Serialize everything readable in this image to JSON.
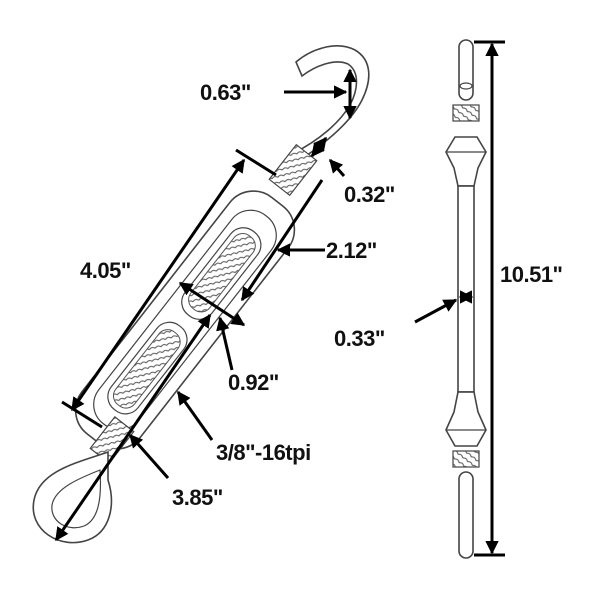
{
  "diagram": {
    "subject": "turnbuckle hook and eye",
    "colors": {
      "line": "#000000",
      "outline": "#444444",
      "background": "#ffffff"
    },
    "dimensions": {
      "hook_opening": "0.63\"",
      "hook_wire_diameter": "0.32\"",
      "body_length": "4.05\"",
      "thread_length": "2.12\"",
      "body_width": "0.92\"",
      "thread_spec": "3/8\"-16tpi",
      "eye_length": "3.85\"",
      "rod_diameter": "0.33\"",
      "overall_length": "10.51\""
    }
  }
}
